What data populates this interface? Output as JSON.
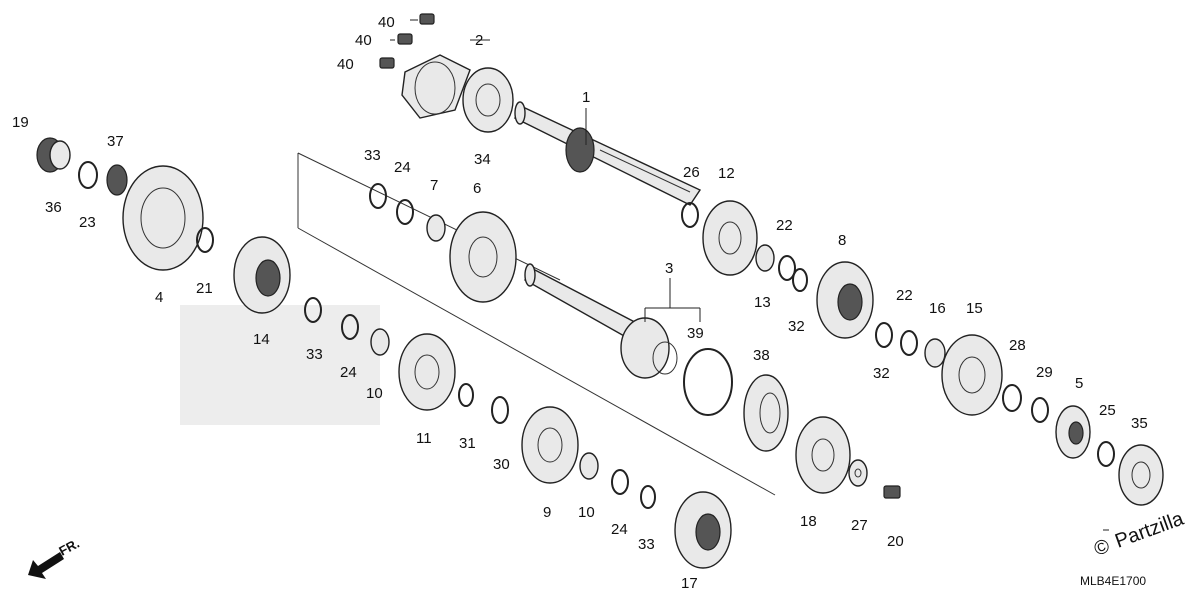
{
  "diagram": {
    "catalog_code": "MLB4E1700",
    "watermark": "Partzilla",
    "copyright_symbol": "©",
    "direction_label": "FR.",
    "callouts": [
      "1",
      "2",
      "3",
      "4",
      "5",
      "6",
      "7",
      "8",
      "9",
      "10",
      "10",
      "11",
      "12",
      "13",
      "14",
      "15",
      "16",
      "17",
      "18",
      "19",
      "20",
      "21",
      "22",
      "22",
      "23",
      "24",
      "24",
      "24",
      "25",
      "26",
      "27",
      "28",
      "29",
      "30",
      "31",
      "32",
      "32",
      "33",
      "33",
      "33",
      "34",
      "35",
      "36",
      "37",
      "38",
      "39",
      "40",
      "40",
      "40"
    ]
  }
}
